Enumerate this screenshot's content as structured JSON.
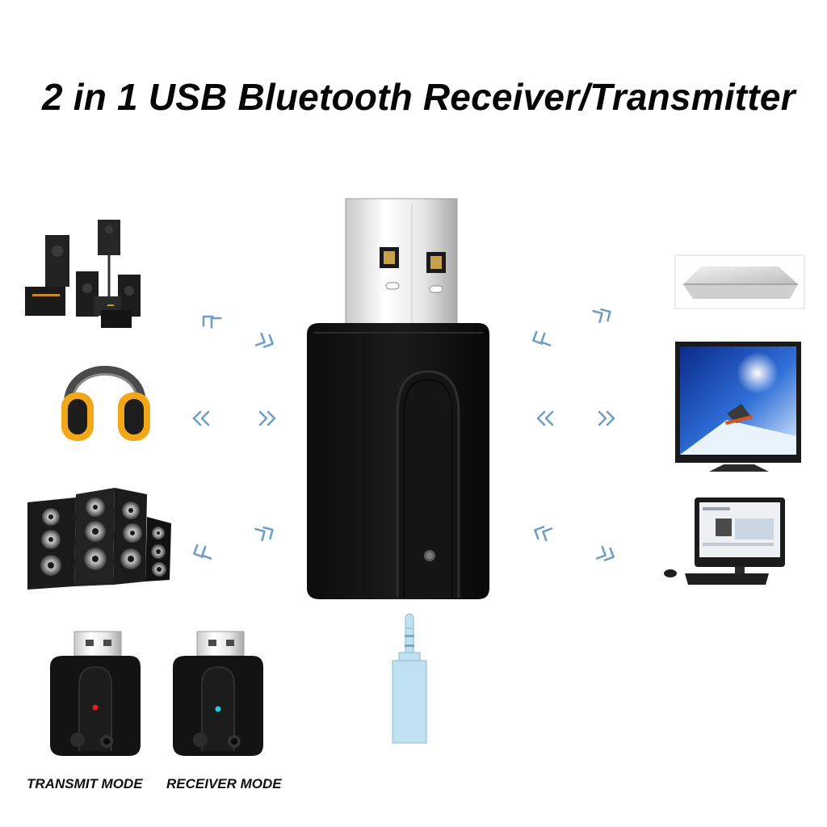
{
  "title": "2 in 1 USB Bluetooth Receiver/Transmitter",
  "modes": {
    "transmit_label": "TRANSMIT MODE",
    "receiver_label": "RECEIVER MODE",
    "transmit_led_color": "#e0201a",
    "receiver_led_color": "#27c7e6"
  },
  "icons": {
    "left": [
      "speaker-system-icon",
      "headphones-icon",
      "loudspeaker-stack-icon"
    ],
    "right": [
      "laptop-icon",
      "tv-icon",
      "desktop-computer-icon"
    ],
    "center": [
      "usb-bluetooth-adapter-icon",
      "aux-jack-icon"
    ],
    "signal": "signal-arrows-icon"
  },
  "colors": {
    "device_body": "#121212",
    "arrow_blue": "#6f9fc9",
    "jack_blue": "#bfe1f1"
  }
}
